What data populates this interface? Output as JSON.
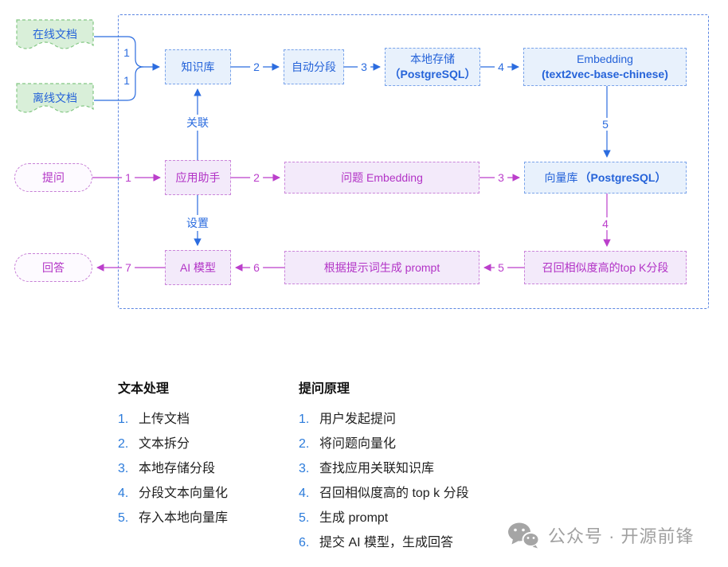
{
  "colors": {
    "flow_blue": "#2b6cdf",
    "flow_magenta": "#bb3fcb",
    "box_blue_fill": "#e8f1fc",
    "box_purple_fill": "#f3eafa",
    "doc_green_fill": "#d9efd9"
  },
  "diagram": {
    "sources": {
      "online_doc": "在线文档",
      "offline_doc": "离线文档"
    },
    "nodes": {
      "knowledge_base": "知识库",
      "auto_segment": "自动分段",
      "local_storage_line1": "本地存储",
      "local_storage_line2": "（PostgreSQL）",
      "embedding_line1": "Embedding",
      "embedding_line2": "(text2vec-base-chinese)",
      "app_assistant": "应用助手",
      "question_embedding": "问题 Embedding",
      "vector_db_prefix": "向量库",
      "vector_db_suffix": "（PostgreSQL）",
      "ai_model": "AI 模型",
      "generate_prompt": "根据提示词生成 prompt",
      "recall_topk": "召回相似度高的top K分段",
      "question": "提问",
      "answer": "回答"
    },
    "edge_labels": {
      "upload_online": "1",
      "upload_offline": "1",
      "step2": "2",
      "step3": "3",
      "step4": "4",
      "step5": "5",
      "associate": "关联",
      "configure": "设置",
      "q1": "1",
      "q2": "2",
      "q3": "3",
      "q4": "4",
      "q5": "5",
      "q6": "6",
      "q7": "7"
    }
  },
  "lists": {
    "text_processing": {
      "title": "文本处理",
      "items": [
        {
          "num": "1.",
          "text": "上传文档"
        },
        {
          "num": "2.",
          "text": "文本拆分"
        },
        {
          "num": "3.",
          "text": "本地存储分段"
        },
        {
          "num": "4.",
          "text": "分段文本向量化"
        },
        {
          "num": "5.",
          "text": "存入本地向量库"
        }
      ]
    },
    "question_principle": {
      "title": "提问原理",
      "items": [
        {
          "num": "1.",
          "text": "用户发起提问"
        },
        {
          "num": "2.",
          "text": "将问题向量化"
        },
        {
          "num": "3.",
          "text": "查找应用关联知识库"
        },
        {
          "num": "4.",
          "text": "召回相似度高的 top k 分段"
        },
        {
          "num": "5.",
          "text": "生成 prompt"
        },
        {
          "num": "6.",
          "text": "提交 AI 模型，生成回答"
        }
      ]
    }
  },
  "watermark": {
    "text": "公众号 · 开源前锋"
  }
}
